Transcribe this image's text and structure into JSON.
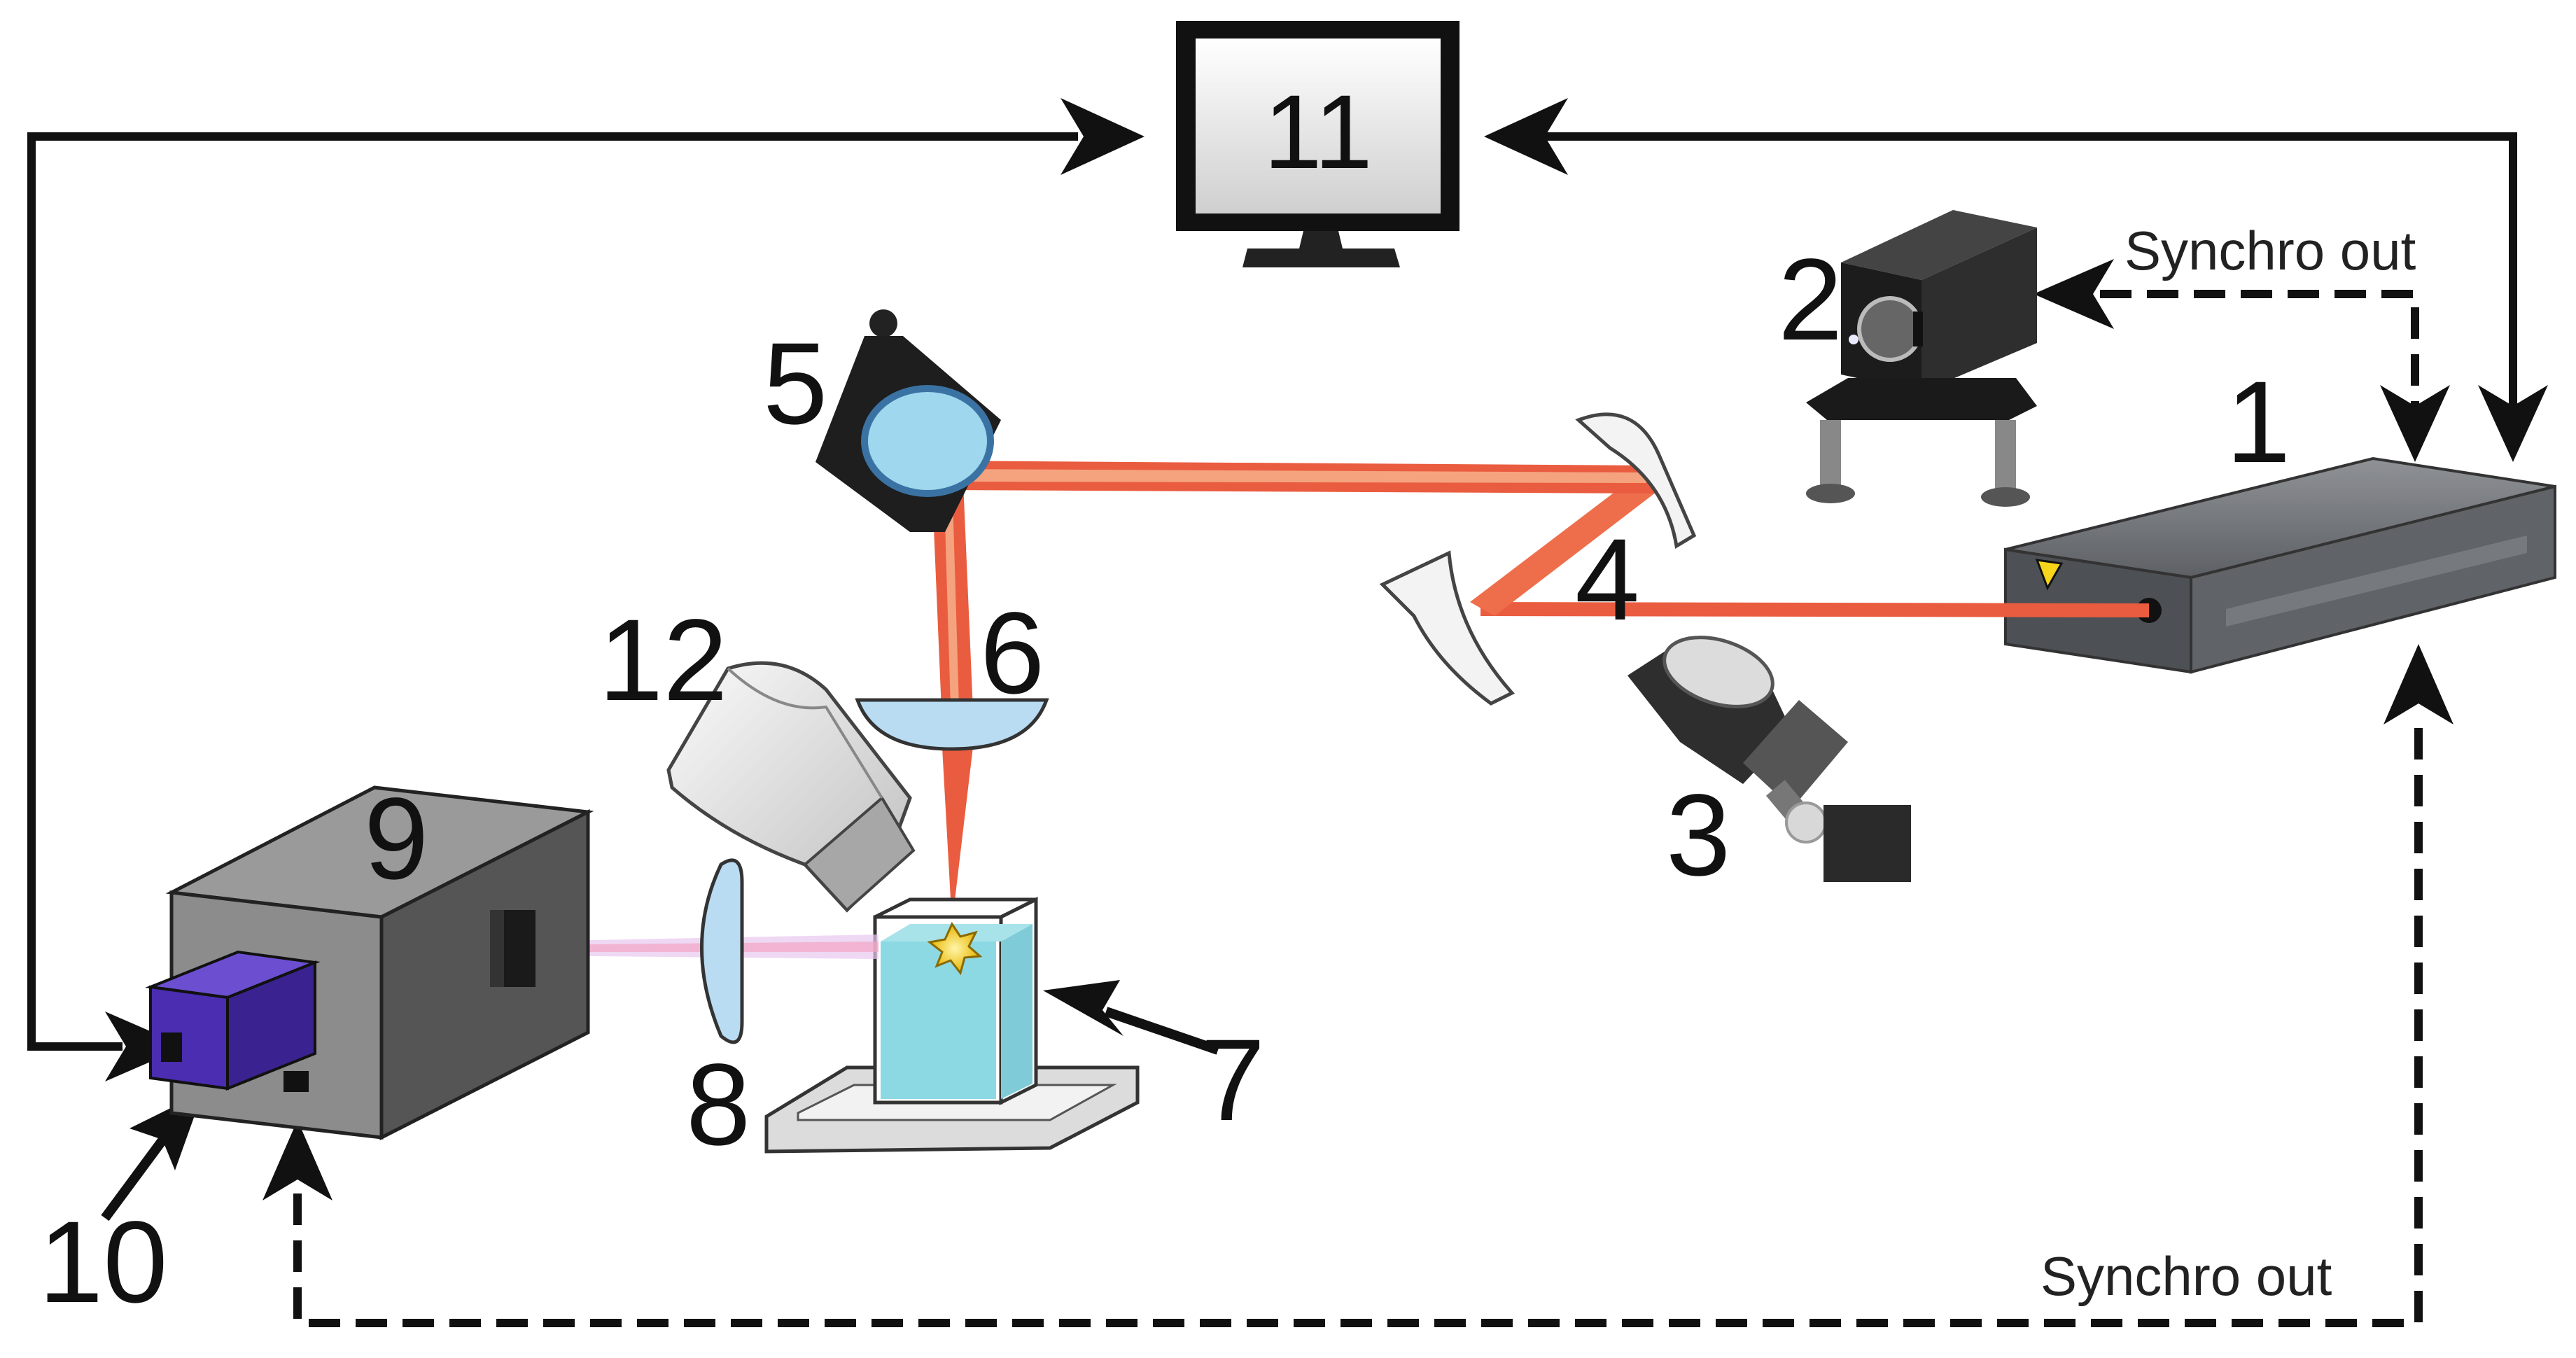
{
  "labels": {
    "laser": "1",
    "detector": "2",
    "energy_meter": "3",
    "mirrors": "4",
    "turning_mirror": "5",
    "focusing_lens": "6",
    "cuvette": "7",
    "collecting_lens": "8",
    "spectrometer": "9",
    "camera": "10",
    "computer": "11",
    "extractor": "12"
  },
  "sync_labels": {
    "top": "Synchro out",
    "bottom": "Synchro out"
  },
  "colors": {
    "beam": "#ea5c3f",
    "beam_light": "#f5a37f",
    "liquid": "#8dd9e3",
    "camera": "#5334b8",
    "spectrometer_dark": "#555555",
    "spectrometer_light": "#999999",
    "lens": "#b9dcf2",
    "arrow": "#111111"
  }
}
